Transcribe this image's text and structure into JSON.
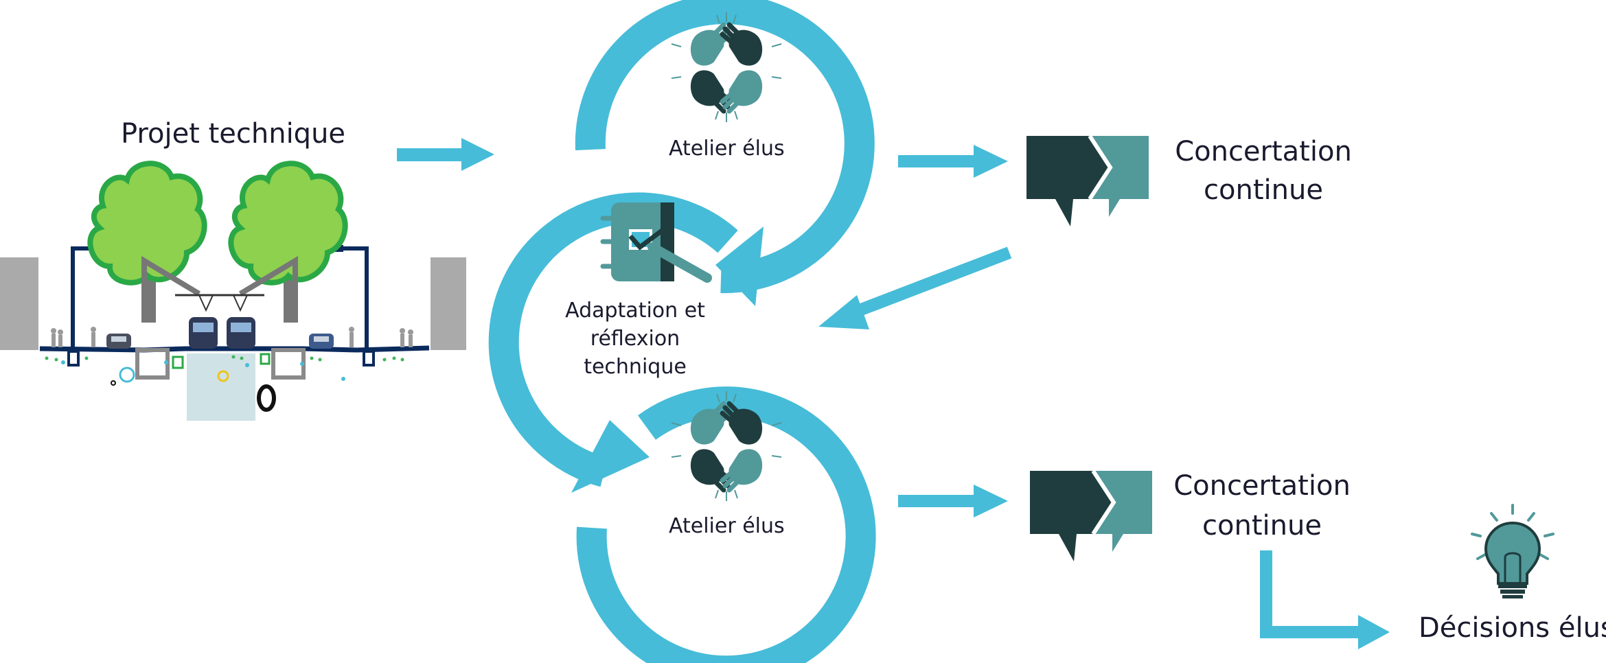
{
  "labels": {
    "projet": "Projet technique",
    "atelier_top": "Atelier élus",
    "adaptation_l1": "Adaptation et",
    "adaptation_l2": "réflexion",
    "adaptation_l3": "technique",
    "atelier_bottom": "Atelier élus",
    "concertation_top_l1": "Concertation",
    "concertation_top_l2": "continue",
    "concertation_bottom_l1": "Concertation",
    "concertation_bottom_l2": "continue",
    "decisions": "Décisions élus"
  },
  "colors": {
    "cycle": "#46bcd8",
    "dark_teal": "#1f3d3e",
    "mid_teal": "#52999a",
    "tree_green": "#8dd14e",
    "tree_outline": "#2aa846",
    "road": "#0b2a5c",
    "wall_grey": "#aaaaaa",
    "text": "#1a1a2e"
  },
  "icons": [
    "street-cross-section-illustration",
    "hands-teamwork-icon",
    "notebook-check-icon",
    "speech-bubbles-icon",
    "lightbulb-icon"
  ]
}
